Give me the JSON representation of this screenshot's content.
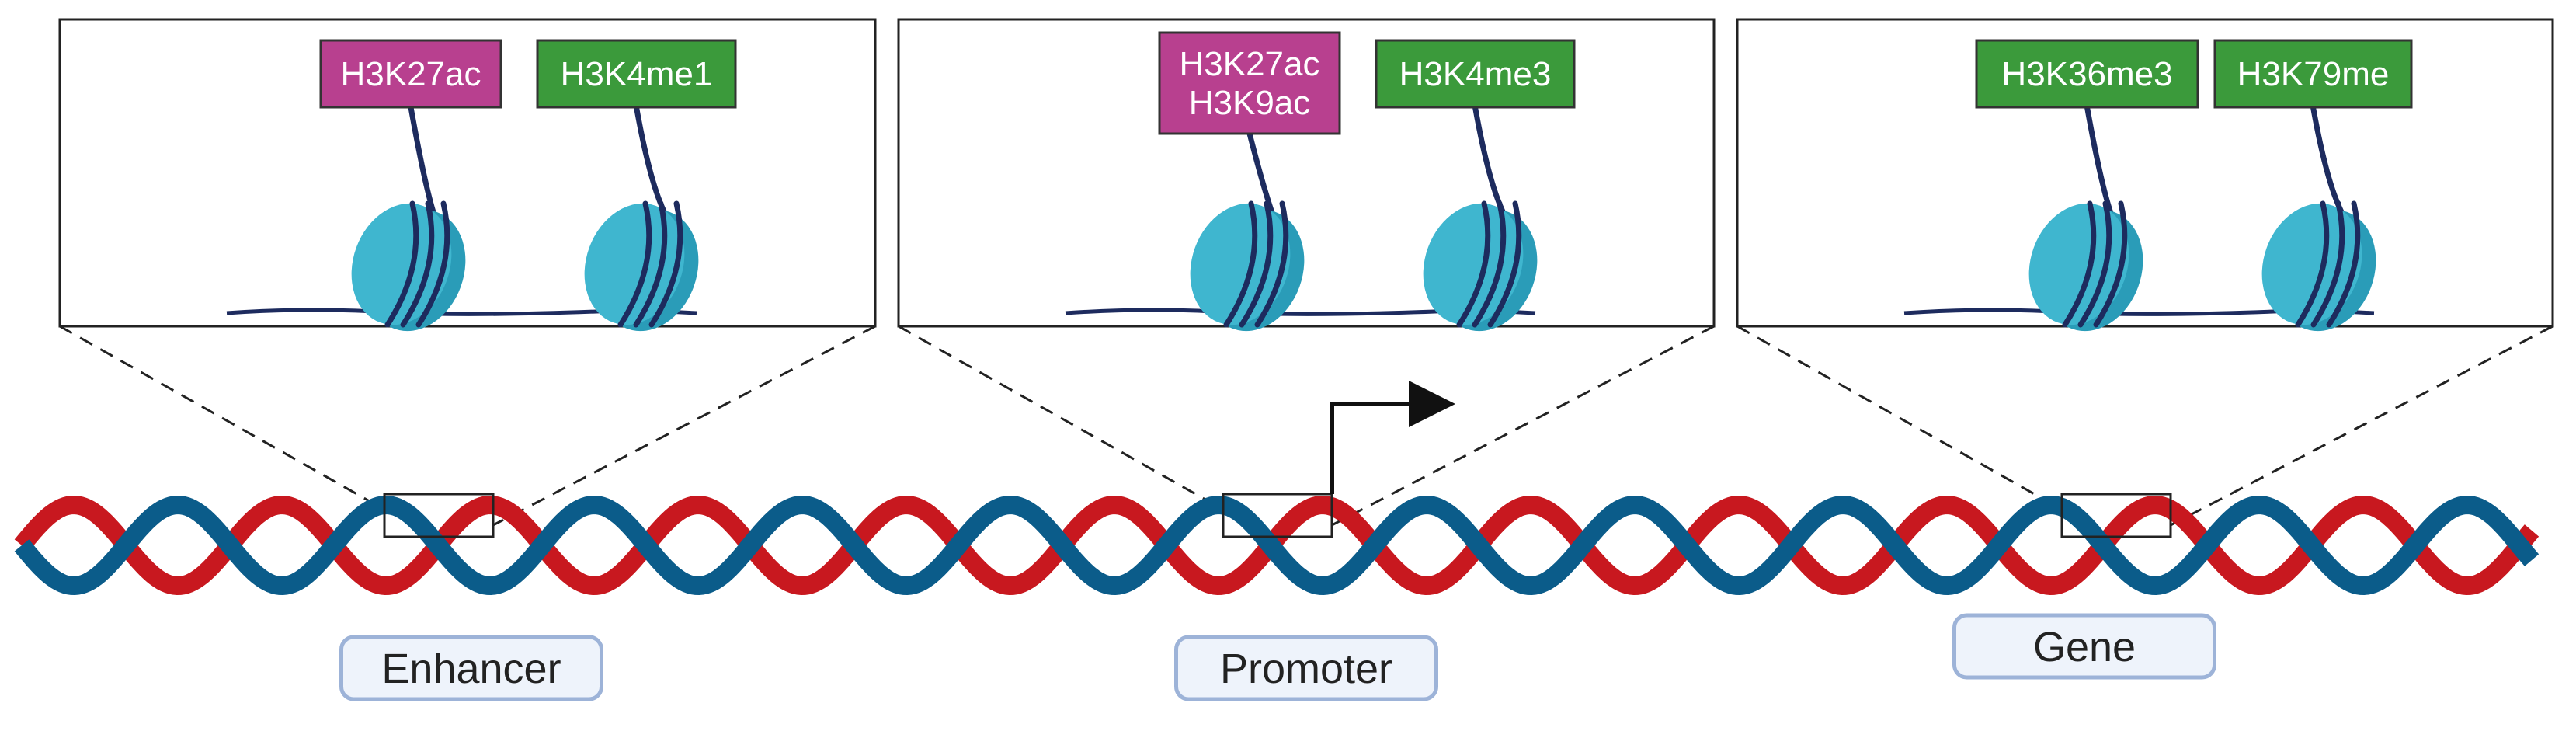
{
  "colors": {
    "strand_blue": "#0b5c8a",
    "strand_red": "#c8181f",
    "acetyl_mark": "#b8408f",
    "methyl_mark": "#3b9a3b",
    "nucleosome": "#3fb6cf",
    "dna_line": "#1d2b5e",
    "region_box_fill": "#eef3fb",
    "region_box_border": "#9db3d8"
  },
  "panels": [
    {
      "marks": [
        {
          "lines": [
            "H3K27ac"
          ],
          "type": "acetylation",
          "icon": "histone-mark-tag"
        },
        {
          "lines": [
            "H3K4me1"
          ],
          "type": "methylation",
          "icon": "histone-mark-tag"
        }
      ]
    },
    {
      "marks": [
        {
          "lines": [
            "H3K27ac",
            "H3K9ac"
          ],
          "type": "acetylation",
          "icon": "histone-mark-tag"
        },
        {
          "lines": [
            "H3K4me3"
          ],
          "type": "methylation",
          "icon": "histone-mark-tag"
        }
      ]
    },
    {
      "marks": [
        {
          "lines": [
            "H3K36me3"
          ],
          "type": "methylation",
          "icon": "histone-mark-tag"
        },
        {
          "lines": [
            "H3K79me"
          ],
          "type": "methylation",
          "icon": "histone-mark-tag"
        }
      ]
    }
  ],
  "regions": [
    {
      "label": "Enhancer"
    },
    {
      "label": "Promoter"
    },
    {
      "label": "Gene"
    }
  ],
  "icons": {
    "nucleosome": "nucleosome-icon",
    "tss": "transcription-start-arrow-icon",
    "dna": "dna-double-helix-icon"
  }
}
